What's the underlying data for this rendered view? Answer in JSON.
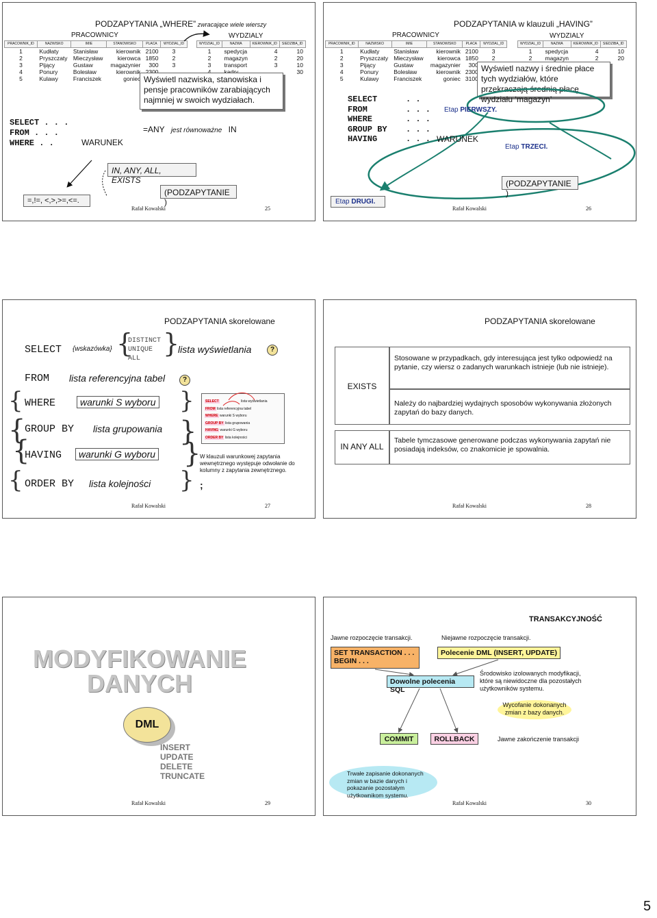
{
  "page_number": "5",
  "author": "Rafał Kowalski",
  "s25": {
    "number": "25",
    "title_main": "PODZAPYTANIA „WHERE”",
    "title_rest": " zwracające wiele wierszy",
    "emp_title": "PRACOWNICY",
    "emp_headers": [
      "PRACOWNIK_ID",
      "NAZWISKO",
      "IMIE",
      "STANOWISKO",
      "PLACA",
      "WYDZIAL_ID"
    ],
    "emp_rows": [
      [
        "1",
        "Kudłaty",
        "Stanisław",
        "kierownik",
        "2100",
        "3"
      ],
      [
        "2",
        "Pryszczaty",
        "Mieczysław",
        "kierowca",
        "1850",
        "2"
      ],
      [
        "3",
        "Pijący",
        "Gustaw",
        "magazynier",
        "300",
        "3"
      ],
      [
        "4",
        "Ponury",
        "Bolesław",
        "kierownik",
        "2300",
        ""
      ],
      [
        "5",
        "Kulawy",
        "Franciszek",
        "goniec",
        "",
        ""
      ]
    ],
    "dept_title": "WYDZIALY",
    "dept_headers": [
      "WYDZIAL_ID",
      "NAZWA",
      "KIEROWNIK_ID",
      "SIEDZIBA_ID"
    ],
    "dept_rows": [
      [
        "1",
        "spedycja",
        "4",
        "10"
      ],
      [
        "2",
        "magazyn",
        "2",
        "20"
      ],
      [
        "3",
        "transport",
        "3",
        "10"
      ],
      [
        "4",
        "kadry",
        "",
        "30"
      ]
    ],
    "callout": "Wyświetl nazwiska, stanowiska i pensje pracowników zarabiających najmniej w swoich wydziałach.",
    "sql": [
      "SELECT . . .",
      "FROM . . .",
      "WHERE . ."
    ],
    "warunek": "WARUNEK",
    "any_lhs": "=ANY",
    "any_mid": "jest równoważne",
    "any_rhs": "IN",
    "operators_list": "IN, ANY, ALL, EXISTS",
    "podzapytanie": "(PODZAPYTANIE )",
    "comparison_ops": "=,!=, <,>,>=,<=."
  },
  "s26": {
    "number": "26",
    "title": "PODZAPYTANIA w klauzuli „HAVING”",
    "emp_title": "PRACOWNICY",
    "emp_headers": [
      "PRACOWNIK_ID",
      "NAZWISKO",
      "IMIE",
      "STANOWISKO",
      "PLACA",
      "WYDZIAL_ID"
    ],
    "emp_rows": [
      [
        "1",
        "Kudłaty",
        "Stanisław",
        "kierownik",
        "2100",
        "3"
      ],
      [
        "2",
        "Pryszczaty",
        "Mieczysław",
        "kierowca",
        "1850",
        "2"
      ],
      [
        "3",
        "Pijący",
        "Gustaw",
        "magazynier",
        "300",
        ""
      ],
      [
        "4",
        "Ponury",
        "Bolesław",
        "kierownik",
        "2300",
        ""
      ],
      [
        "5",
        "Kulawy",
        "Franciszek",
        "goniec",
        "3100",
        ""
      ]
    ],
    "dept_title": "WYDZIALY",
    "dept_headers": [
      "WYDZIAL_ID",
      "NAZWA",
      "KIEROWNIK_ID",
      "SIEDZIBA_ID"
    ],
    "dept_rows": [
      [
        "1",
        "spedycja",
        "4",
        "10"
      ],
      [
        "2",
        "magazyn",
        "2",
        "20"
      ]
    ],
    "callout": "Wyświetl nazwy i średnie płace tych wydziałów, które przekraczają średnią płacę wydziału ‘magazyn’",
    "sql": [
      "SELECT",
      "FROM",
      "WHERE",
      "GROUP BY",
      "HAVING"
    ],
    "dots": [
      ". .",
      ". . .",
      ". . .",
      ". . .",
      ". . ."
    ],
    "warunek": "WARUNEK",
    "etap1_prefix": "Etap ",
    "etap1": "PIERWSZY.",
    "etap2_prefix": "Etap ",
    "etap2": "DRUGI.",
    "etap3_prefix": "Etap ",
    "etap3": "TRZECI.",
    "podzapytanie": "(PODZAPYTANIE )"
  },
  "s27": {
    "number": "27",
    "title": "PODZAPYTANIA skorelowane",
    "select": "SELECT",
    "hint": "{wskazówka}",
    "distinct": "DISTINCT",
    "unique": "UNIQUE",
    "all": "ALL",
    "select_list": "lista wyświetlania",
    "from": "FROM",
    "from_list": "lista referencyjna tabel",
    "where": "WHERE",
    "where_cond": "warunki S wyboru",
    "group_by": "GROUP BY",
    "group_list": "lista grupowania",
    "having": "HAVING",
    "having_cond": "warunki G wyboru",
    "order_by": "ORDER BY",
    "order_list": "lista kolejności",
    "q": "?",
    "mini": [
      "SELECT",
      "lista wyświetlania",
      "FROM",
      "lista referencyjna tabel",
      "WHERE",
      "warunki S wyboru",
      "GROUP BY",
      "lista grupowania",
      "HAVING",
      "warunki G wyboru",
      "ORDER BY",
      "lista kolejności"
    ],
    "note": "W klauzuli warunkowej zapytania wewnętrznego występuje odwołanie do kolumny z zapytania zewnętrznego.",
    "semicolon": ";"
  },
  "s28": {
    "number": "28",
    "title": "PODZAPYTANIA skorelowane",
    "exists": "EXISTS",
    "in_any_all": "IN ANY ALL",
    "desc1": "Stosowane w przypadkach, gdy interesująca jest tylko odpowiedź na pytanie, czy wiersz o zadanych warunkach istnieje (lub nie istnieje).",
    "desc2": "Należy do najbardziej wydajnych sposobów wykonywania złożonych zapytań do bazy danych.",
    "desc3": "Tabele tymczasowe generowane podczas wykonywania zapytań nie posiadają indeksów, co znakomicie je spowalnia."
  },
  "s29": {
    "number": "29",
    "title_line1": "MODYFIKOWANIE",
    "title_line2": "DANYCH",
    "dml": "DML",
    "commands": [
      "INSERT",
      "UPDATE",
      "DELETE",
      "TRUNCATE"
    ]
  },
  "s30": {
    "number": "30",
    "title": "TRANSAKCYJNOŚĆ",
    "explicit_begin": "Jawne rozpoczęcie transakcji.",
    "implicit_begin": "Niejawne rozpoczęcie transakcji.",
    "set_tx_1": "SET TRANSACTION . . .",
    "set_tx_2": "BEGIN . . .",
    "dml_cmd": "Polecenie DML (INSERT, UPDATE)",
    "any_sql": "Dowolne polecenia SQL",
    "isolated": "Środowisko izolowanych modyfikacji, które są niewidoczne dla pozostałych użytkowników systemu.",
    "rollback_desc": "Wycofanie dokonanych zmian z bazy danych.",
    "commit": "COMMIT",
    "rollback": "ROLLBACK",
    "explicit_end": "Jawne zakończenie transakcji",
    "commit_desc": "Trwałe zapisanie dokonanych zmian w bazie danych i pokazanie pozostałym użytkownikom systemu."
  },
  "colors": {
    "blue_text": "#1a2f8a",
    "orange_box": "#f7b267",
    "yellow_box": "#fff59a",
    "green_box": "#c9ef9c",
    "cyan_box": "#b7e9f3",
    "pink_box": "#fbd0e3",
    "teal_arrow": "#1a7f6e",
    "dml_gold": "#f3e39a"
  }
}
